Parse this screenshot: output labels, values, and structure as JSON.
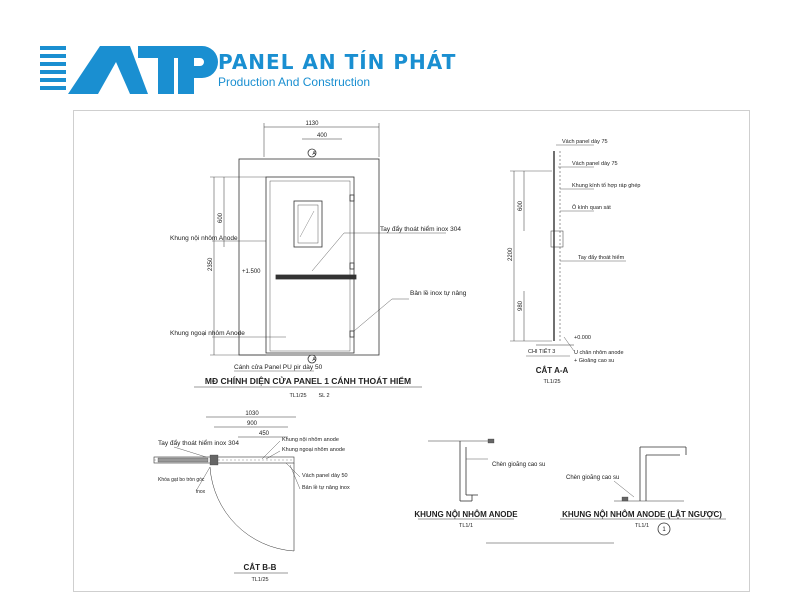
{
  "brand": {
    "title": "PANEL AN TÍN PHÁT",
    "subtitle": "Production And Construction",
    "mark": "ATP"
  },
  "colors": {
    "brand_blue": "#1a8fd1",
    "line": "#333333",
    "dim": "#555555"
  },
  "front_view": {
    "dim_total_width": "1130",
    "dim_handle": "400",
    "dim_total_height": "2350",
    "dim_upper": "600",
    "section_mark_top": "A",
    "section_mark_bottom": "A",
    "level_mark": "+1.500",
    "label_inner_frame": "Khung nội nhôm Anode",
    "label_outer_frame": "Khung ngoại nhôm Anode",
    "label_push_bar": "Tay đẩy thoát hiểm inox 304",
    "label_hinge": "Bản lề inox tự nâng",
    "label_leaf": "Cánh cửa Panel PU pir dày 50",
    "title": "MĐ CHÍNH DIỆN CỬA PANEL 1 CÁNH THOÁT HIỂM",
    "scale": "TL1/25",
    "qty": "SL 2"
  },
  "section_aa": {
    "label_wall_panel": "Vách panel dày 75",
    "label_wall_panel_2": "Vách panel dày 75",
    "label_glass_frame": "Khung kính tổ hợp ráp ghép",
    "label_glass": "Ô kính quan sát",
    "label_push_bar": "Tay đẩy thoát hiểm",
    "dim_total": "2200",
    "dim_upper": "600",
    "dim_lower": "980",
    "level": "+0.000",
    "detail": "CHI TIẾT 3",
    "label_u_foot": "U chân nhôm anode",
    "label_gasket": "+ Gioăng cao su",
    "title": "CẮT A-A",
    "scale": "TL1/25"
  },
  "section_bb": {
    "dim_total": "1030",
    "dim_mid": "900",
    "dim_small": "450",
    "label_push_bar": "Tay đẩy thoát hiểm inox 304",
    "label_inner_frame": "Khung nội nhôm anode",
    "label_outer_frame": "Khung ngoại nhôm anode",
    "label_wall": "Vách panel dày 50",
    "label_hinge": "Bản lề tự nâng inox",
    "label_stop": "Khóa gạt bo tròn góc",
    "label_stop_2": "inox",
    "title": "CẮT B-B",
    "scale": "TL1/25"
  },
  "frame_detail_1": {
    "label": "Chèn gioăng cao su",
    "title": "KHUNG NỘI NHÔM ANODE",
    "scale": "TL1/1"
  },
  "frame_detail_2": {
    "label": "Chèn gioăng cao su",
    "title": "KHUNG NỘI NHÔM ANODE (LẬT NGƯỢC)",
    "scale": "TL1/1",
    "callout": "1"
  }
}
